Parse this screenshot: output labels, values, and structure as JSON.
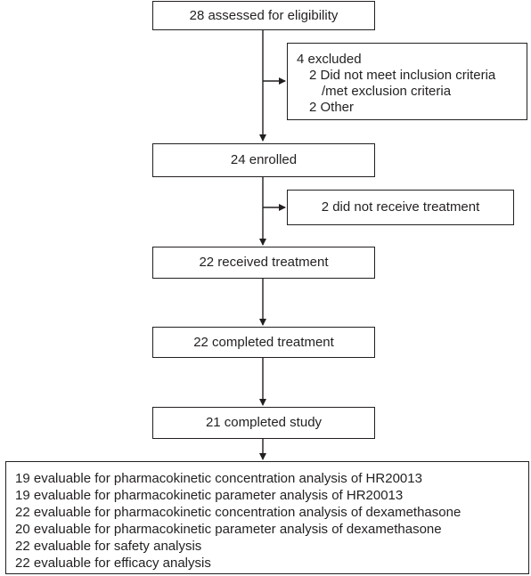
{
  "flow": {
    "assessed": "28 assessed for eligibility",
    "excluded": {
      "title": "4 excluded",
      "reason_1_line_1": "2 Did not meet inclusion criteria",
      "reason_1_line_2": "/met exclusion criteria",
      "reason_2": "2 Other"
    },
    "enrolled": "24 enrolled",
    "no_treatment": "2 did not receive treatment",
    "received": "22 received treatment",
    "completed_treatment": "22 completed treatment",
    "completed_study": "21 completed study",
    "evaluable": [
      "19 evaluable for pharmacokinetic concentration analysis of HR20013",
      "19 evaluable for pharmacokinetic parameter analysis of HR20013",
      "22 evaluable for pharmacokinetic concentration analysis of dexamethasone",
      "20 evaluable for pharmacokinetic parameter analysis of dexamethasone",
      "22 evaluable for safety analysis",
      "22 evaluable for efficacy analysis"
    ]
  }
}
